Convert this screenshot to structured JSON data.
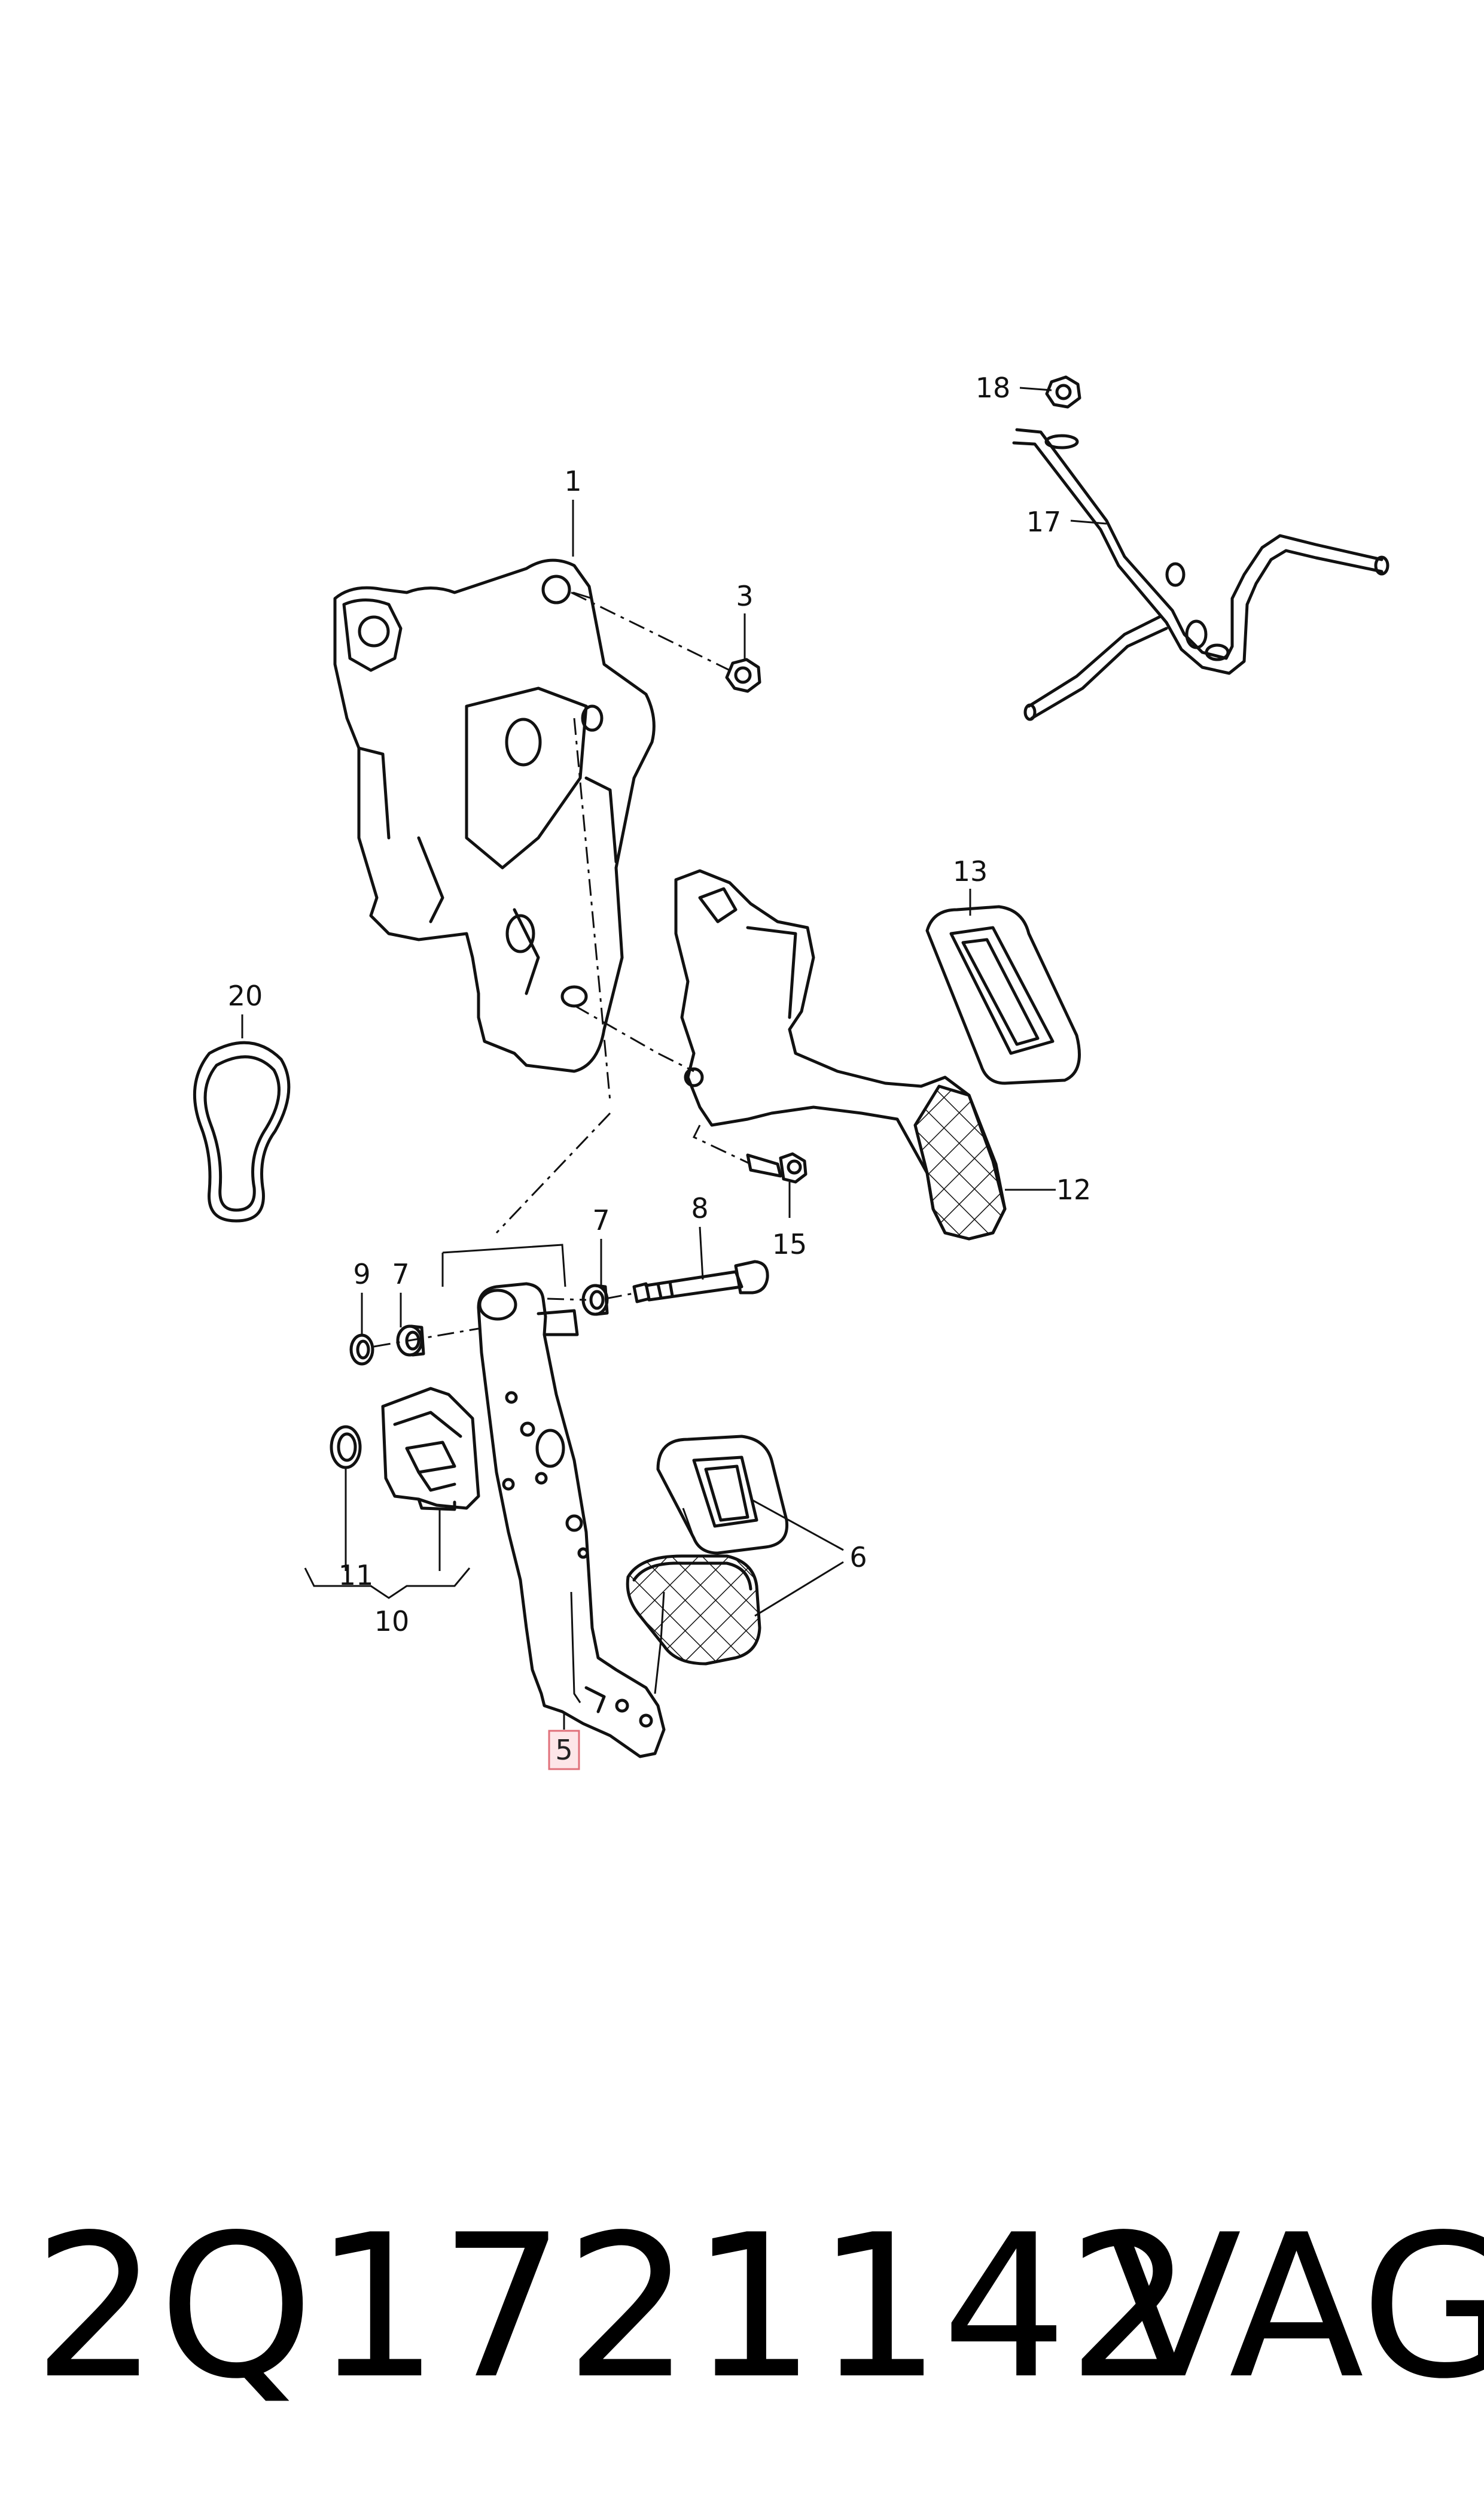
{
  "labels": {
    "l1": "1",
    "l3": "3",
    "l5": "5",
    "l6": "6",
    "l7a": "7",
    "l7b": "7",
    "l8": "8",
    "l9": "9",
    "l10": "10",
    "l11": "11",
    "l12": "12",
    "l13": "13",
    "l15": "15",
    "l17": "17",
    "l18": "18",
    "l20": "20"
  },
  "highlighted_part": "5",
  "part_number": "2Q1721142",
  "brand": "VAG",
  "colors": {
    "highlight_fill": "#fde6e8",
    "highlight_stroke": "#e0707a",
    "line": "#111111"
  }
}
